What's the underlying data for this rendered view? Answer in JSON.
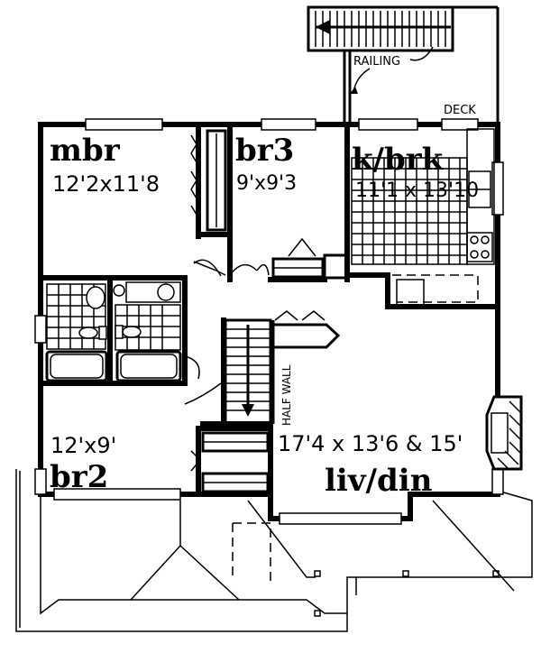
{
  "annotations": {
    "railing": "RAILING",
    "deck": "DECK",
    "half_wall": "HALF WALL"
  },
  "rooms": [
    {
      "name": "mbr",
      "size": "12'2x11'8"
    },
    {
      "name": "br3",
      "size": "9'x9'3"
    },
    {
      "name": "k/brk",
      "size": "11'1 x 13'10"
    },
    {
      "name": "br2",
      "size": "12'x9'"
    },
    {
      "name": "liv/din",
      "size": "17'4 x 13'6 & 15'"
    }
  ],
  "colors": {
    "line": "#000000",
    "background": "#ffffff"
  }
}
